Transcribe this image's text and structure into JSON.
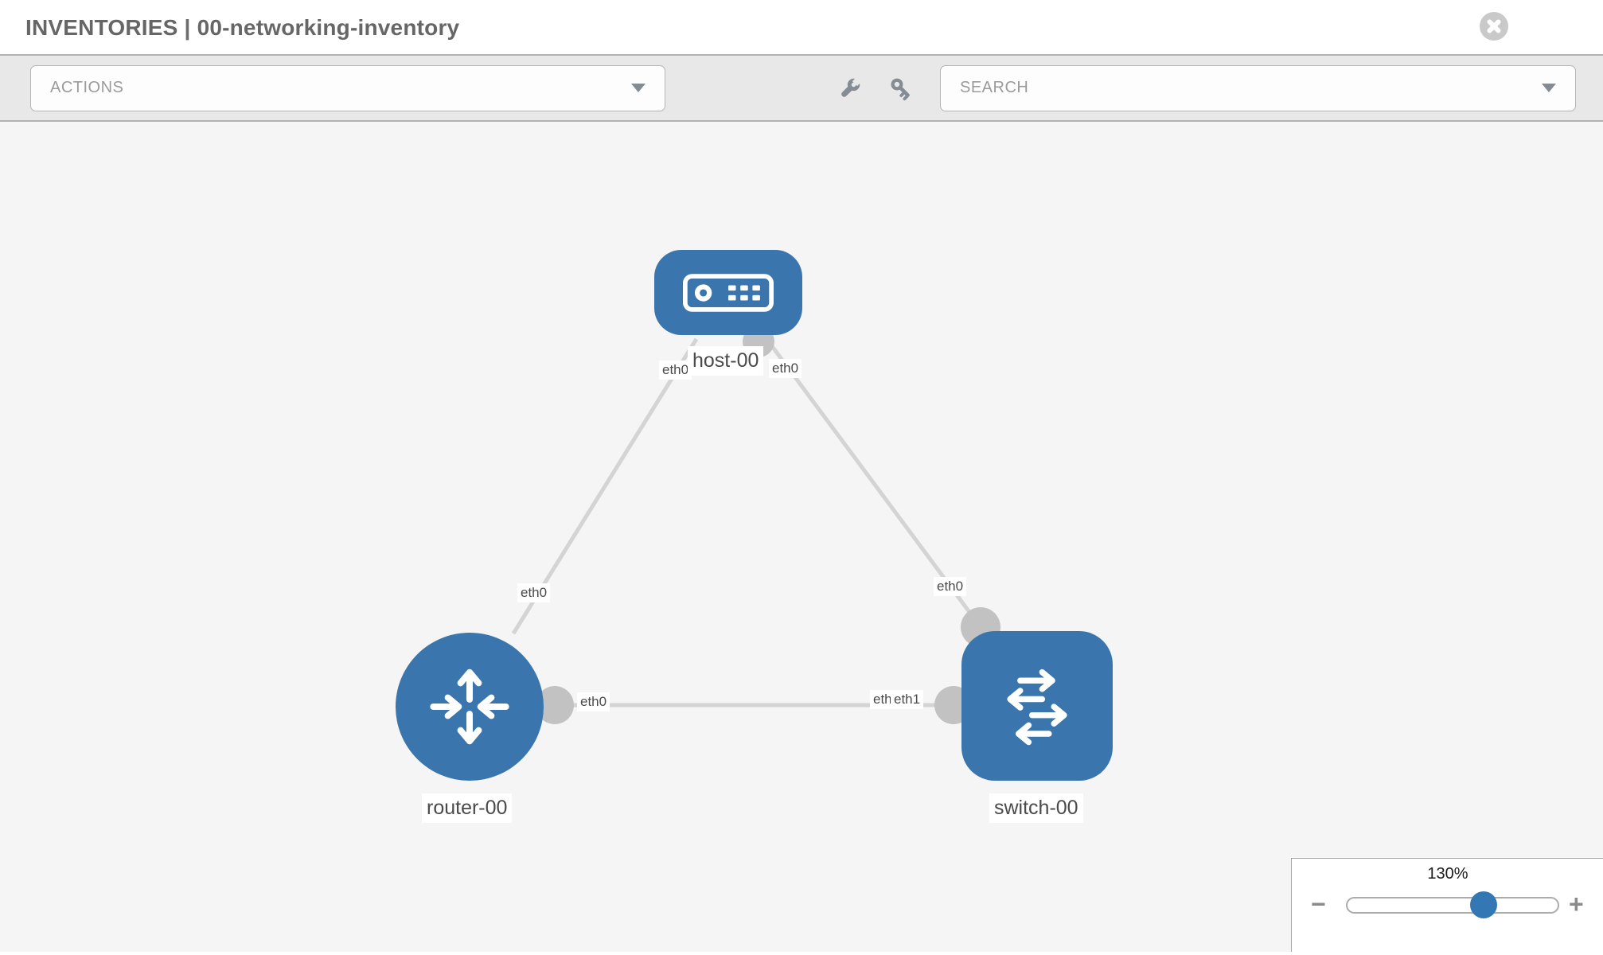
{
  "header": {
    "title_primary": "INVENTORIES",
    "title_separator": "|",
    "title_secondary": "00-networking-inventory"
  },
  "toolbar": {
    "actions_label": "ACTIONS",
    "search_label": "SEARCH"
  },
  "diagram": {
    "nodes": [
      {
        "label": "host-00",
        "type": "host"
      },
      {
        "label": "router-00",
        "type": "router"
      },
      {
        "label": "switch-00",
        "type": "switch"
      }
    ],
    "links": [
      {
        "from": "host-00",
        "to": "router-00"
      },
      {
        "from": "host-00",
        "to": "switch-00"
      },
      {
        "from": "router-00",
        "to": "switch-00"
      }
    ],
    "eth_labels": {
      "host_left": "eth0",
      "host_right": "eth0",
      "router_top": "eth0",
      "switch_top": "eth0",
      "router_right": "eth0",
      "switch_left_under": "eth0",
      "switch_left": "eth1"
    }
  },
  "zoom_widget": {
    "value": "130%",
    "minus_label": "−",
    "plus_label": "+"
  },
  "colors": {
    "node_blue": "#3a76ad",
    "slider_thumb_blue": "#3378b5",
    "link_gray": "#d4d4d4",
    "port_gray": "#c2c2c2",
    "toolbar_bg": "#e8e8e8",
    "canvas_bg": "#f5f5f5"
  }
}
